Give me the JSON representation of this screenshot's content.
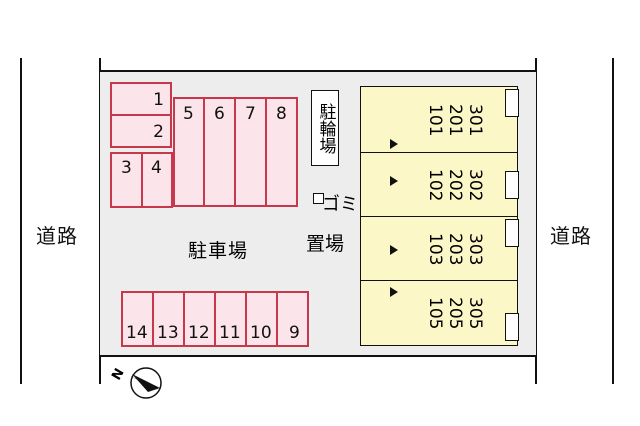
{
  "roads": {
    "left": "道路",
    "right": "道路"
  },
  "parking": {
    "label": "駐車場",
    "spaces": [
      "1",
      "2",
      "3",
      "4",
      "5",
      "6",
      "7",
      "8",
      "9",
      "10",
      "11",
      "12",
      "13",
      "14"
    ]
  },
  "bicycle_parking": {
    "label": "駐輪場"
  },
  "garbage": {
    "label_line1": "ゴミ",
    "label_line2": "置場"
  },
  "buildings": [
    {
      "units": [
        "301",
        "201",
        "101"
      ]
    },
    {
      "units": [
        "302",
        "202",
        "102"
      ]
    },
    {
      "units": [
        "303",
        "203",
        "103"
      ]
    },
    {
      "units": [
        "305",
        "205",
        "105"
      ]
    }
  ],
  "compass": {
    "label": "N"
  },
  "colors": {
    "parking_fill": "#fbe4ea",
    "parking_border": "#c8384d",
    "building_fill": "#fbf7c6",
    "lot_fill": "#ededed"
  }
}
